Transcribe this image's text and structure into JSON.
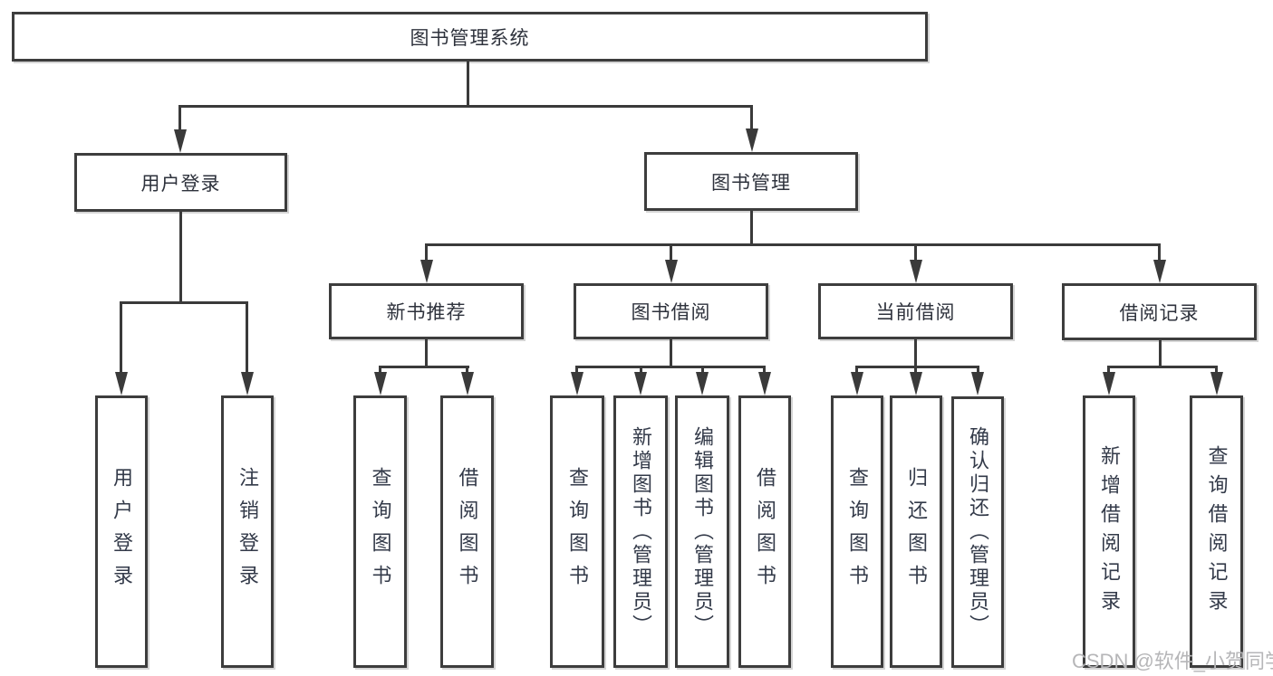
{
  "colors": {
    "line": "#3a3a3a",
    "box_border": "#3d3d3d",
    "node_text": "#2e323c",
    "leaf_text": "#333a49",
    "watermark": "#b6b6b8"
  },
  "watermark": "CSDN @软件_小贺同学",
  "tree": {
    "root": "图书管理系统",
    "branches": [
      {
        "label": "用户登录",
        "children": [
          "用户登录",
          "注销登录"
        ]
      },
      {
        "label": "图书管理",
        "groups": [
          {
            "label": "新书推荐",
            "children": [
              "查询图书",
              "借阅图书"
            ]
          },
          {
            "label": "图书借阅",
            "children": [
              "查询图书",
              "新增图书（管理员）",
              "编辑图书（管理员）",
              "借阅图书"
            ]
          },
          {
            "label": "当前借阅",
            "children": [
              "查询图书",
              "归还图书",
              "确认归还（管理员）"
            ]
          },
          {
            "label": "借阅记录",
            "children": [
              "新增借阅记录",
              "查询借阅记录"
            ]
          }
        ]
      }
    ]
  }
}
